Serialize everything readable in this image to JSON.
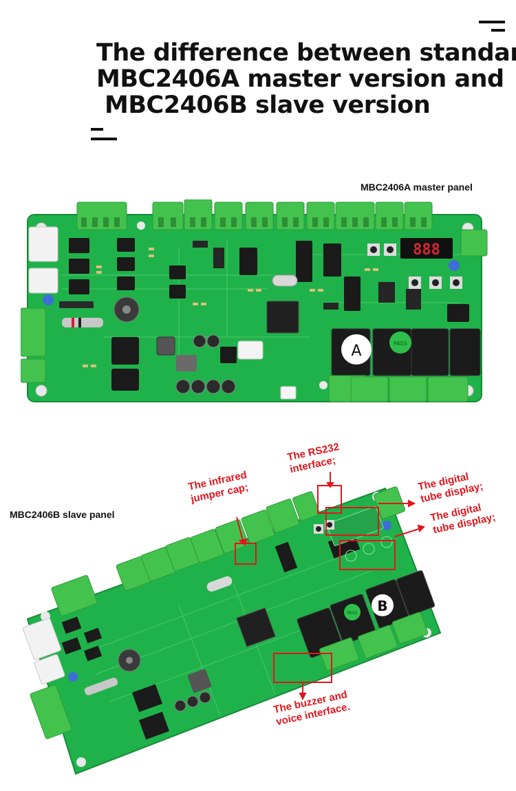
{
  "title": {
    "line1": "The difference between standard",
    "line2": "MBC2406A master version and",
    "line3": "MBC2406B slave version"
  },
  "panel_a": {
    "caption": "MBC2406A master panel",
    "badge": "A",
    "display_digits": "888",
    "pass_label": "PASS"
  },
  "panel_b": {
    "caption": "MBC2406B slave panel",
    "badge": "B",
    "pass_label": "PASS"
  },
  "annotations": {
    "rs232": [
      "The RS232",
      "interface;"
    ],
    "infrared": [
      "The infrared",
      "jumper cap;"
    ],
    "digital_tube_1": [
      "The digital",
      "tube display;"
    ],
    "digital_tube_2": [
      "The digital",
      "tube display;"
    ],
    "buzzer": [
      "The buzzer and",
      "voice interface."
    ]
  },
  "colors": {
    "pcb_green": "#1fb24a",
    "terminal_green": "#44c24e",
    "annotation_red": "#e3141b",
    "text_dark": "#111111"
  }
}
